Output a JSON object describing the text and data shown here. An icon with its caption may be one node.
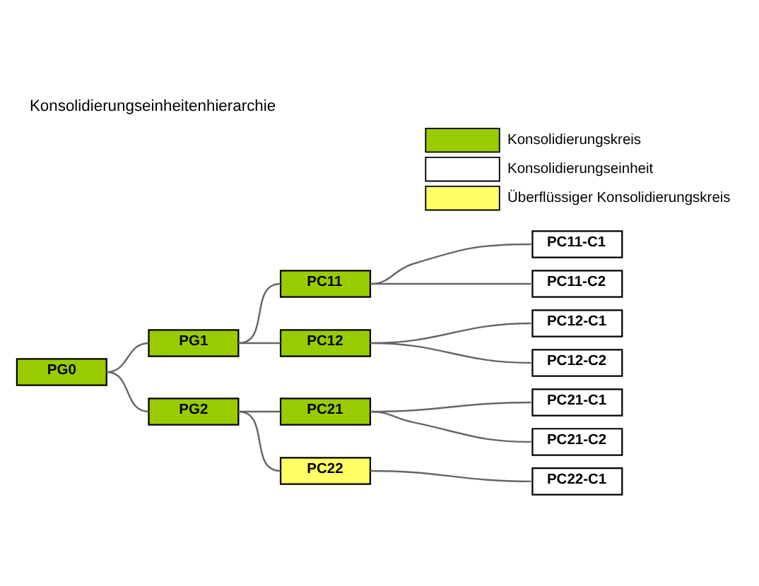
{
  "diagram": {
    "title": "Konsolidierungseinheitenhierarchie",
    "nodes": [
      {
        "text": [
          "PG0"
        ]
      },
      {
        "text": [
          "PG1"
        ]
      },
      {
        "text": [
          "PC11"
        ]
      },
      {
        "text": [
          "PC11-C1"
        ]
      },
      {
        "text": [
          "PC11-C2"
        ]
      },
      {
        "text": [
          "PC12"
        ]
      },
      {
        "text": [
          "PC12-C1"
        ]
      },
      {
        "text": [
          "PC12-C2"
        ]
      },
      {
        "text": [
          "PG2"
        ]
      },
      {
        "text": [
          "PC21"
        ]
      },
      {
        "text": [
          "PC21-C1"
        ]
      },
      {
        "text": [
          "PC21-C2"
        ]
      },
      {
        "text": [
          "PC22"
        ]
      },
      {
        "text": [
          "PC22-C1"
        ]
      }
    ],
    "edges": [
      {
        "from": 0,
        "to": 1,
        "arrow": "none"
      },
      {
        "from": 1,
        "to": 2,
        "arrow": "none"
      },
      {
        "from": 2,
        "to": 3,
        "arrow": "none"
      },
      {
        "from": 2,
        "to": 4,
        "arrow": "none"
      },
      {
        "from": 1,
        "to": 5,
        "arrow": "none"
      },
      {
        "from": 5,
        "to": 6,
        "arrow": "none"
      },
      {
        "from": 5,
        "to": 7,
        "arrow": "none"
      },
      {
        "from": 0,
        "to": 8,
        "arrow": "none"
      },
      {
        "from": 8,
        "to": 9,
        "arrow": "none"
      },
      {
        "from": 9,
        "to": 10,
        "arrow": "none"
      },
      {
        "from": 9,
        "to": 11,
        "arrow": "none"
      },
      {
        "from": 8,
        "to": 12,
        "arrow": "none"
      },
      {
        "from": 12,
        "to": 13,
        "arrow": "none"
      }
    ],
    "legend": [
      {
        "text": "Konsolidierungskreis",
        "color": "#99cc00"
      },
      {
        "text": "Konsolidierungseinheit",
        "color": "#ffffff"
      },
      {
        "text": "Überflüssiger Konsolidierungskreis",
        "color": "#ffff66"
      }
    ]
  }
}
